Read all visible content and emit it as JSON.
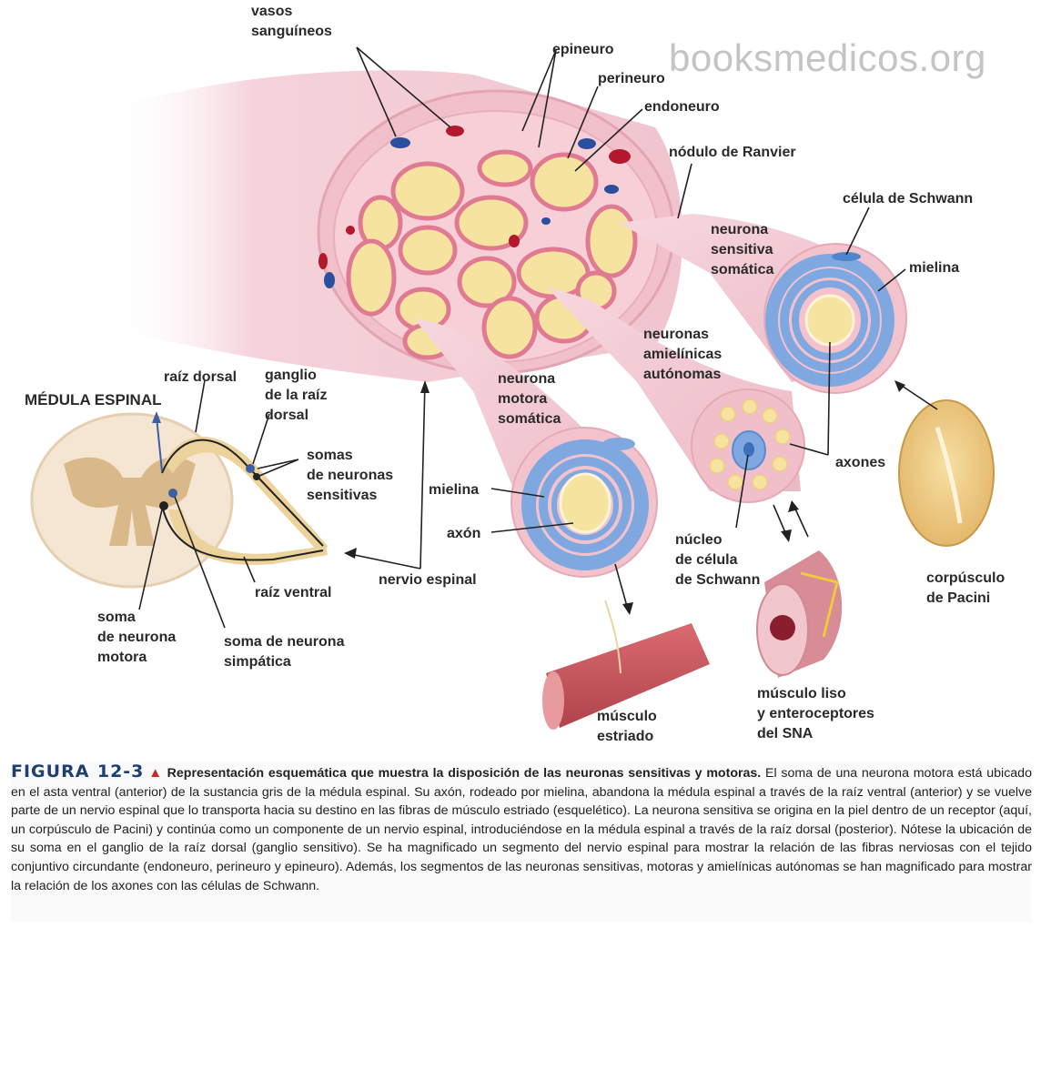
{
  "watermark": "booksmedicos.org",
  "labels": {
    "vasos": "vasos\nsanguíneos",
    "epineuro": "epineuro",
    "perineuro": "perineuro",
    "endoneuro": "endoneuro",
    "nodulo_ranvier": "nódulo de Ranvier",
    "celula_schwann": "célula de Schwann",
    "neurona_sensitiva": "neurona\nsensitiva\nsomática",
    "mielina_top": "mielina",
    "neuronas_amielinicas": "neuronas\namielínicas\nautónomas",
    "axones": "axones",
    "raiz_dorsal": "raíz dorsal",
    "ganglio": "ganglio\nde la raíz\ndorsal",
    "medula_espinal": "MÉDULA ESPINAL",
    "somas_sensitivas": "somas\nde neuronas\nsensitivas",
    "neurona_motora": "neurona\nmotora\nsomática",
    "mielina_mid": "mielina",
    "axon": "axón",
    "nervio_espinal": "nervio espinal",
    "raiz_ventral": "raíz ventral",
    "soma_motora": "soma\nde neurona\nmotora",
    "soma_simpatica": "soma de neurona\nsimpática",
    "nucleo_schwann": "núcleo\nde célula\nde Schwann",
    "corpusculo_pacini": "corpúsculo\nde Pacini",
    "musculo_estriado": "músculo\nestriado",
    "musculo_liso": "músculo liso\ny enteroceptores\ndel SNA"
  },
  "caption": {
    "figure_number": "FIGURA  12-3",
    "marker": "▲",
    "title": "Representación esquemática que muestra la disposición de las neuronas sensitivas y motoras.",
    "body": "El soma de una neurona motora está ubicado en el asta ventral (anterior) de la sustancia gris de la médula espinal. Su axón, rodeado por mielina, abandona la médula espinal a través de la raíz ventral (anterior) y se vuelve parte de un nervio espinal que lo transporta hacia su destino en las fibras de músculo estriado (esquelético). La neurona sensitiva se origina en la piel dentro de un receptor (aquí, un corpúsculo de Pacini) y continúa como un componente de un nervio espinal, introduciéndose en la médula espinal a través de la raíz dorsal (posterior). Nótese la ubicación de su soma en el ganglio de la raíz dorsal (ganglio sensitivo). Se ha magnificado un segmento del nervio espinal para mostrar la relación de las fibras nerviosas con el tejido conjuntivo circundante (endoneuro, perineuro y epineuro). Además, los segmentos de las neuronas sensitivas, motoras y amielínicas autónomas se han magnificado para mostrar la relación de los axones con las células de Schwann."
  },
  "colors": {
    "nerve_pink": "#f2c6d0",
    "perineurium": "#e07a92",
    "fascicle_yellow": "#f7e3a0",
    "myelin_blue": "#7fa8e0",
    "vein_blue": "#2a4f9e",
    "artery_red": "#b3192b",
    "cord_beige": "#f5e6d3",
    "gray_matter": "#d9b98a",
    "muscle_red": "#c5545c",
    "pacini_yellow": "#e8c57a",
    "caption_blue": "#1f3f6e",
    "caption_red": "#c62828"
  }
}
